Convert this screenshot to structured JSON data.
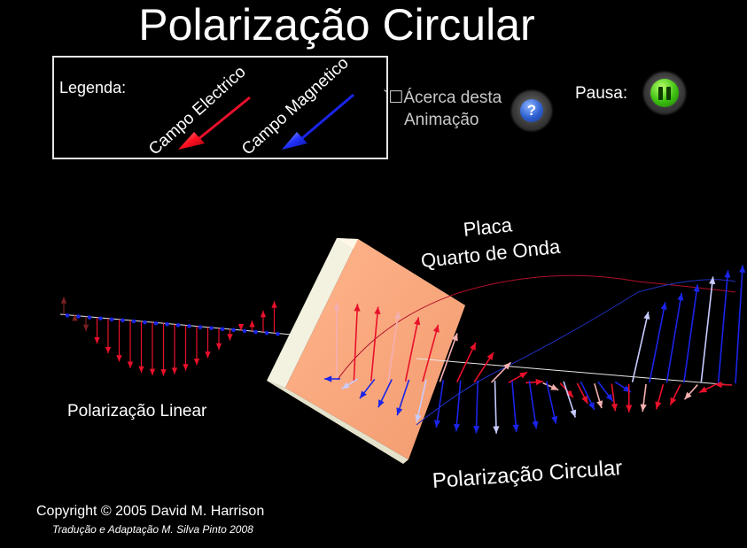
{
  "title": "Polarização Circular",
  "legend": {
    "heading": "Legenda:",
    "electric_label": "Campo Electrico",
    "magnetic_label": "Campo Magnetico",
    "electric_color": "#e8102a",
    "magnetic_color": "#1a24e8"
  },
  "about": {
    "line1": "`☐Ácerca desta",
    "line2": "Animação",
    "icon": "help-icon"
  },
  "pause": {
    "label": "Pausa:",
    "icon": "pause-icon"
  },
  "diagram": {
    "plate_label_line1": "Placa",
    "plate_label_line2": "Quarto de Onda",
    "linear_label": "Polarização Linear",
    "circular_label": "Polarização Circular",
    "plate_color": "#f6a37a"
  },
  "footer": {
    "copyright": "Copyright © 2005 David M. Harrison",
    "translation": "Tradução e Adaptação M. Silva Pinto 2008"
  }
}
